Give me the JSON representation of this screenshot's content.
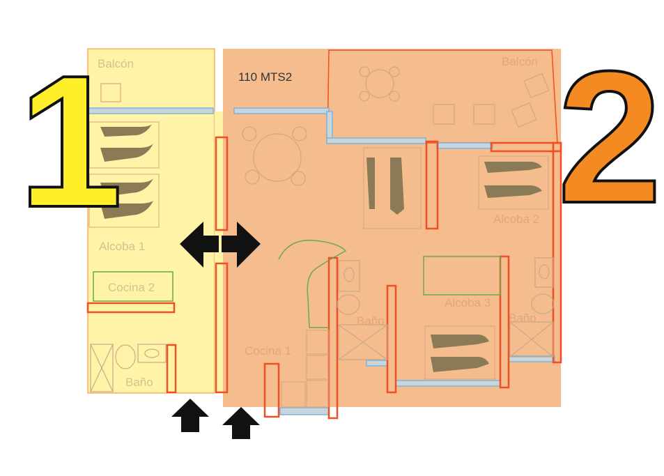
{
  "units": {
    "unit1": {
      "number": "1",
      "color": "#fff3a8"
    },
    "unit2": {
      "number": "2",
      "color": "#f5bc8d"
    }
  },
  "area_label": "110 MTS2",
  "rooms": {
    "balcon_1": "Balcón",
    "alcoba_1": "Alcoba 1",
    "cocina_2": "Cocina 2",
    "bano_1": "Baño",
    "balcon_2": "Balcón",
    "alcoba_2": "Alcoba 2",
    "alcoba_3": "Alcoba 3",
    "bano_2": "Baño",
    "bano_3": "Baño",
    "cocina_1": "Cocina 1"
  },
  "icons": [
    "double-arrow-icon",
    "entry-arrow-icon",
    "bed-icon",
    "table-icon",
    "chair-icon",
    "toilet-icon",
    "shower-icon"
  ],
  "colors": {
    "wall": "#f04e23",
    "window": "#7fb2d6",
    "kitchen_outline": "#6aa84f",
    "furniture": "#8a7a55"
  }
}
